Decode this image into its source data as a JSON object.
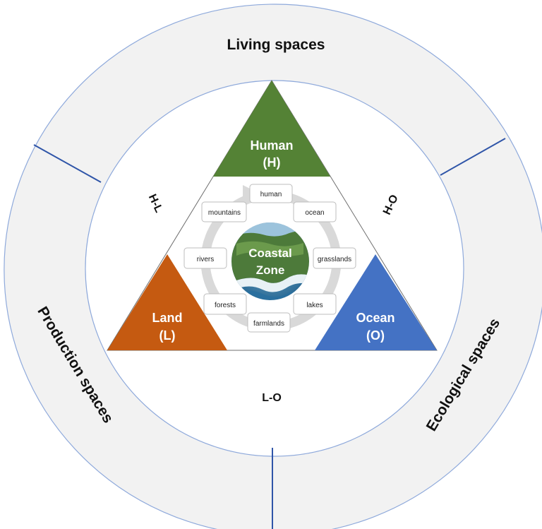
{
  "outer_ring": {
    "labels": {
      "living": "Living spaces",
      "production": "Production spaces",
      "ecological": "Ecological spaces"
    }
  },
  "relations": {
    "hl": "H-L",
    "ho": "H-O",
    "lo": "L-O"
  },
  "corners": {
    "human": {
      "name": "Human",
      "code": "(H)",
      "color": "#548235"
    },
    "land": {
      "name": "Land",
      "code": "(L)",
      "color": "#C55A11"
    },
    "ocean": {
      "name": "Ocean",
      "code": "(O)",
      "color": "#4472C4"
    }
  },
  "center": {
    "line1": "Coastal",
    "line2": "Zone"
  },
  "elements": {
    "human": "human",
    "ocean": "ocean",
    "grasslands": "grasslands",
    "lakes": "lakes",
    "farmlands": "farmlands",
    "forests": "forests",
    "rivers": "rivers",
    "mountains": "mountains"
  },
  "colors": {
    "ring_fill": "#F2F2F2",
    "ring_stroke": "#8EA9DB",
    "divider": "#2F55A8",
    "cycle_arrow": "#D9D9D9"
  }
}
